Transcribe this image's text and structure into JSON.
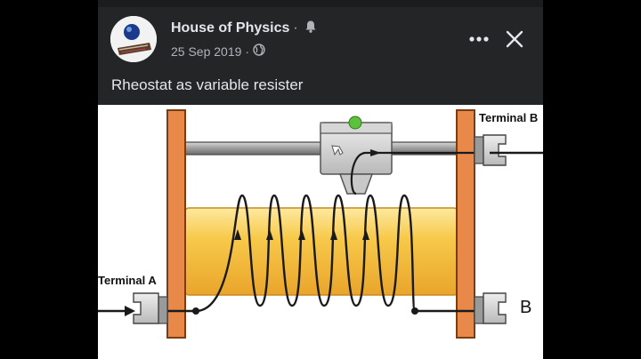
{
  "post": {
    "page_name": "House of Physics",
    "name_separator": "·",
    "date": "25 Sep 2019",
    "meta_separator": "·",
    "caption": "Rheostat as variable resister"
  },
  "diagram": {
    "terminal_a_label": "Terminal A",
    "terminal_b_top_label": "Terminal B",
    "terminal_b_bottom_label": "B"
  },
  "icons": {
    "notification": "bell-icon",
    "audience": "globe-icon",
    "more": "more-options-icon",
    "close": "close-icon"
  },
  "colors": {
    "background": "#242526",
    "text_primary": "#e4e6eb",
    "text_secondary": "#b0b3b8",
    "wood": "#e8894a",
    "core": "#f7c94a",
    "slider_indicator": "#5cc13b"
  }
}
